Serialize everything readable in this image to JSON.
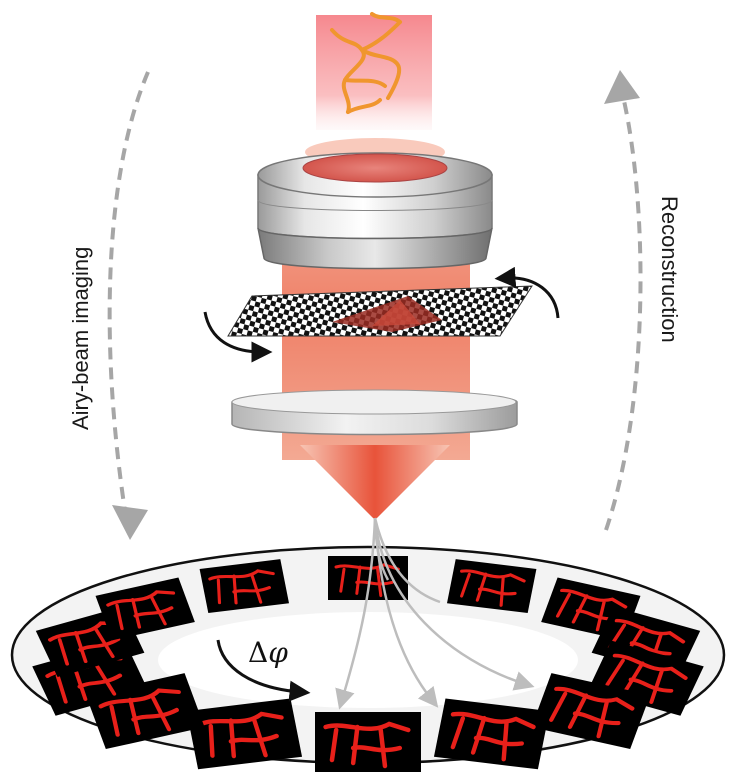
{
  "labels": {
    "left": "Airy-beam imaging",
    "right": "Reconstruction",
    "delta": "Δ",
    "phi": "φ"
  },
  "colors": {
    "beam": "#e8533a",
    "beam_light": "#f7b7a3",
    "vessel": "#e8201a",
    "sample_vessel": "#f0962e",
    "arrow_dashed": "#a6a6a6",
    "ray": "#bdbdbd",
    "tile_bg": "#000000"
  },
  "ring": {
    "tile_count": 14
  },
  "icons": {
    "rotation_arrows": "curved-arrow-icon",
    "phase_mask": "checker-pattern-icon"
  }
}
